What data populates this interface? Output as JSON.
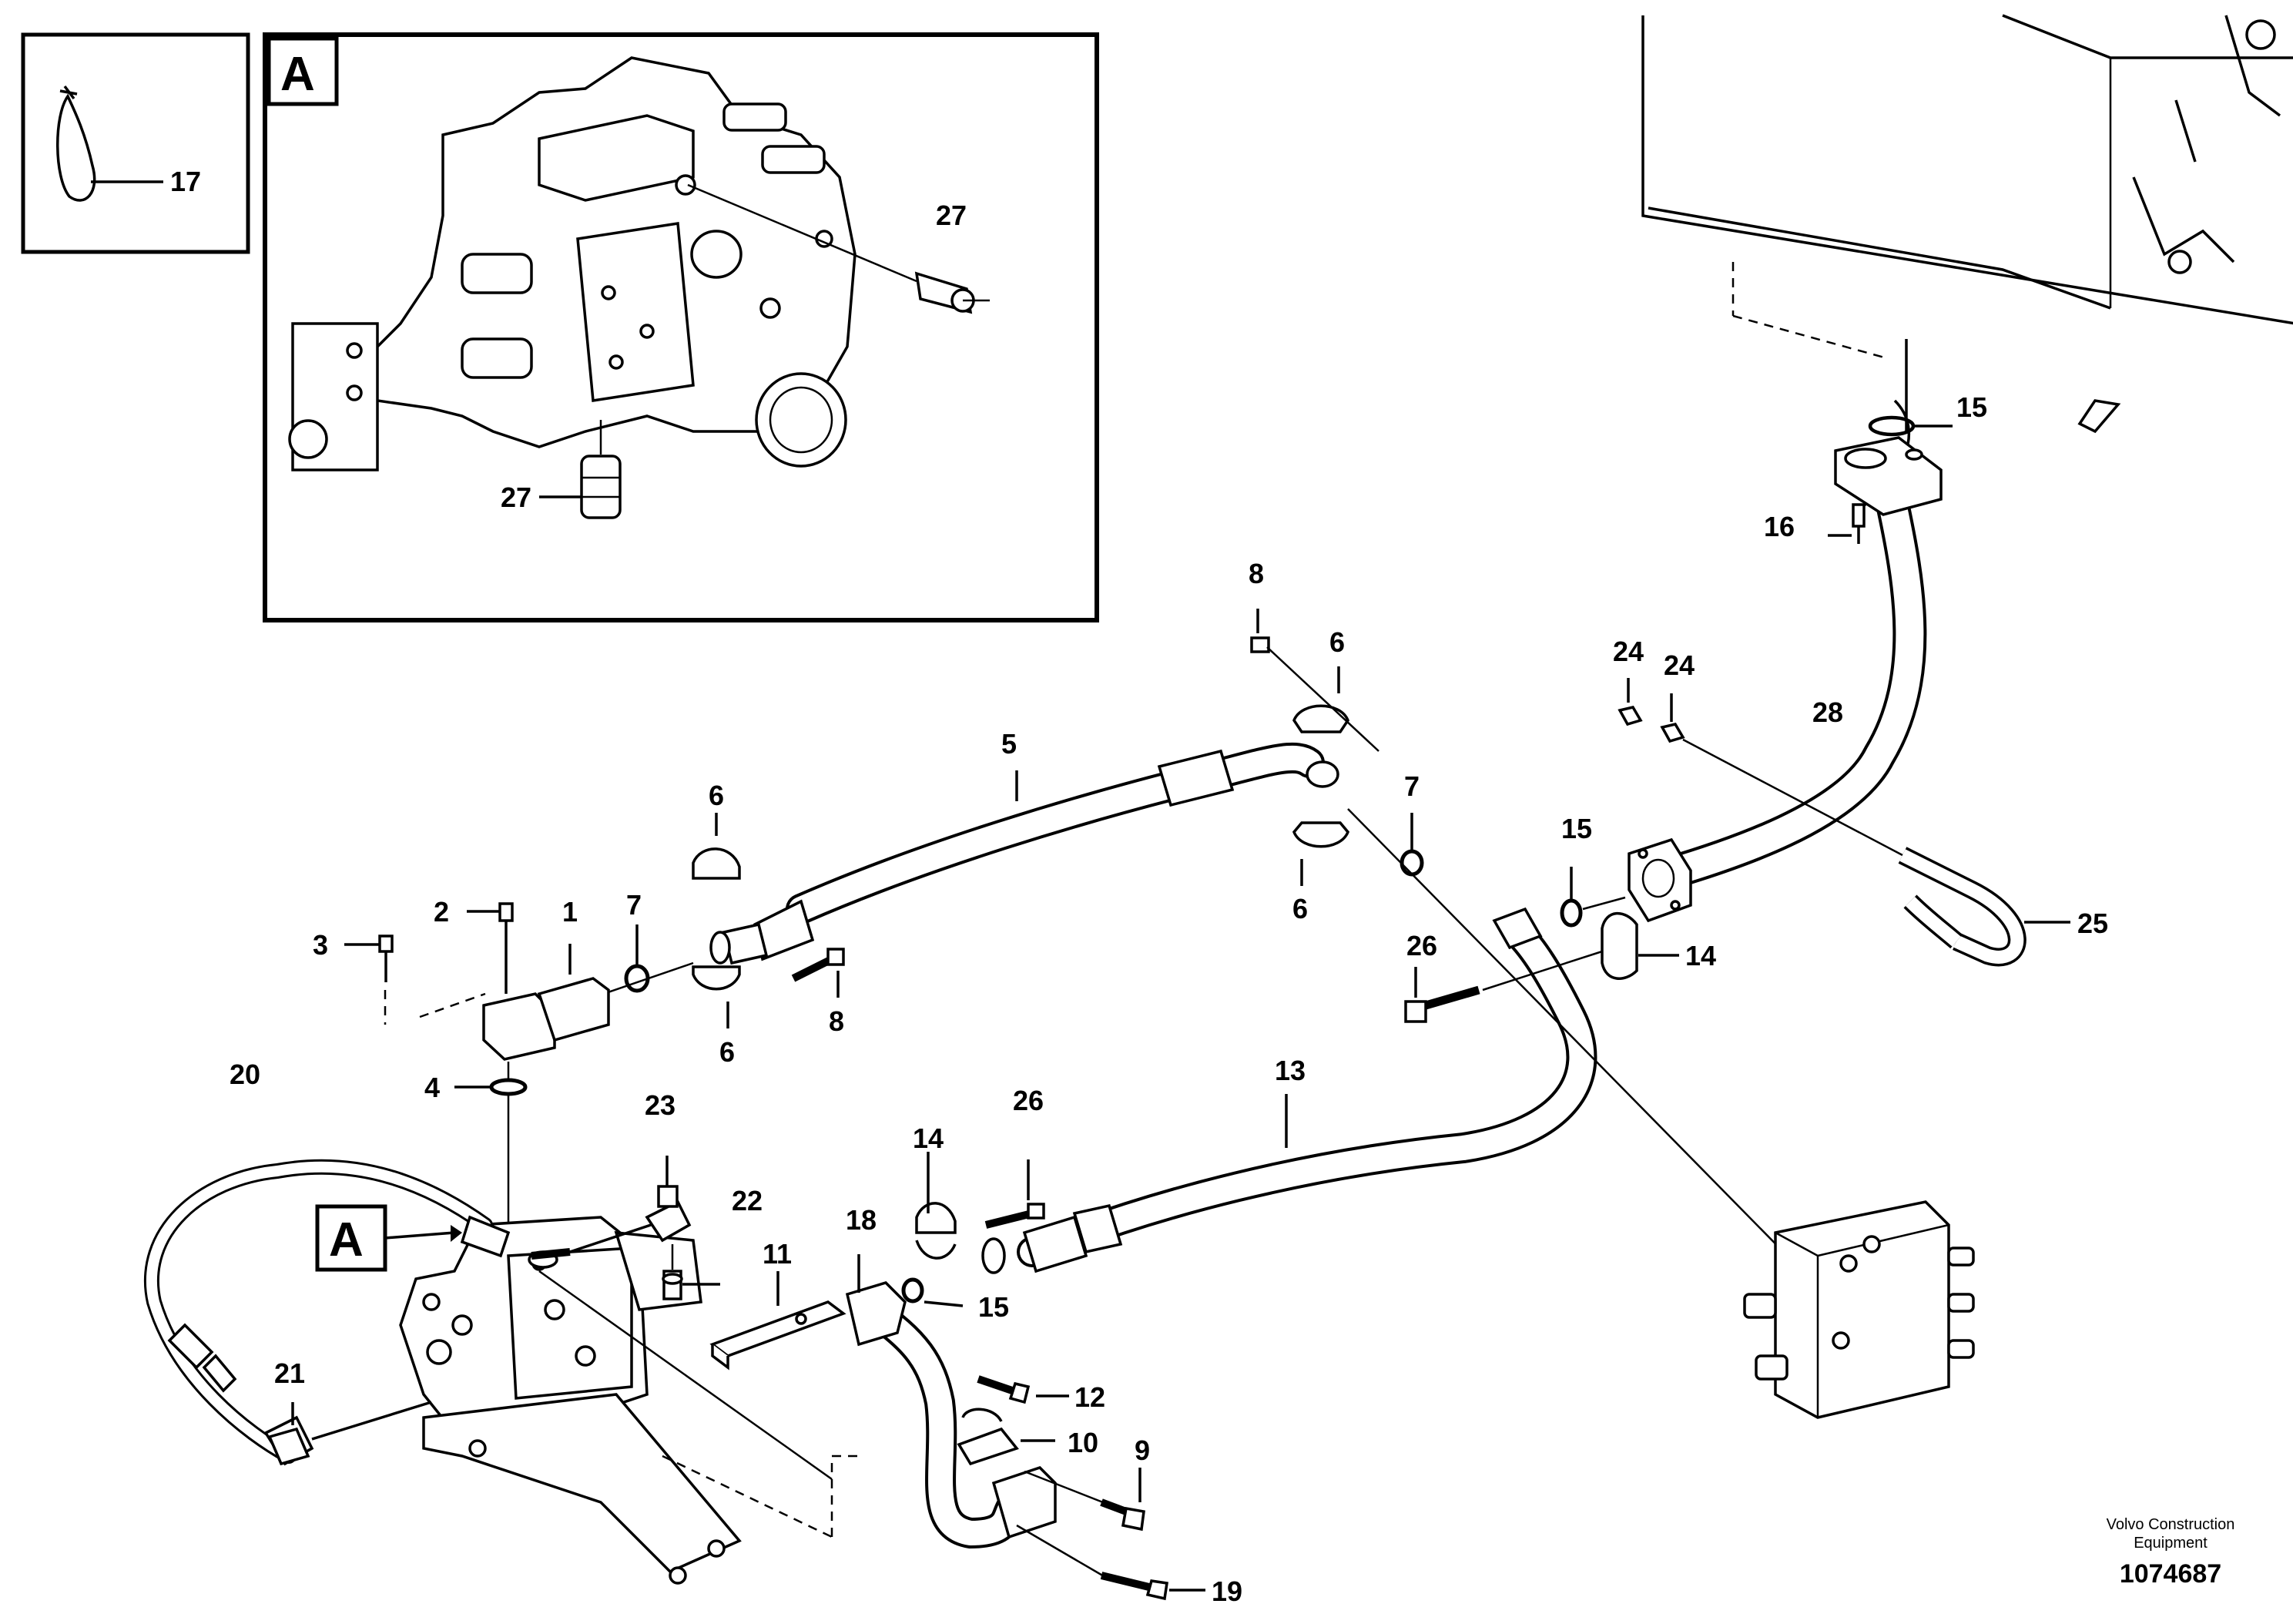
{
  "detail_boxes": {
    "detail_a_label": "A",
    "callout_a_label": "A"
  },
  "callouts": {
    "c1": "1",
    "c2": "2",
    "c3": "3",
    "c4": "4",
    "c5": "5",
    "c6a": "6",
    "c6b": "6",
    "c6c": "6",
    "c6d": "6",
    "c7a": "7",
    "c7b": "7",
    "c8a": "8",
    "c8b": "8",
    "c9": "9",
    "c10": "10",
    "c11": "11",
    "c12": "12",
    "c13": "13",
    "c14a": "14",
    "c14b": "14",
    "c15a": "15",
    "c15b": "15",
    "c15c": "15",
    "c16": "16",
    "c17": "17",
    "c18": "18",
    "c19": "19",
    "c20": "20",
    "c21": "21",
    "c22": "22",
    "c23": "23",
    "c24a": "24",
    "c24b": "24",
    "c25": "25",
    "c26a": "26",
    "c26b": "26",
    "c27a": "27",
    "c27b": "27",
    "c28": "28"
  },
  "footer": {
    "company_line1": "Volvo Construction",
    "company_line2": "Equipment",
    "drawing_number": "1074687"
  }
}
